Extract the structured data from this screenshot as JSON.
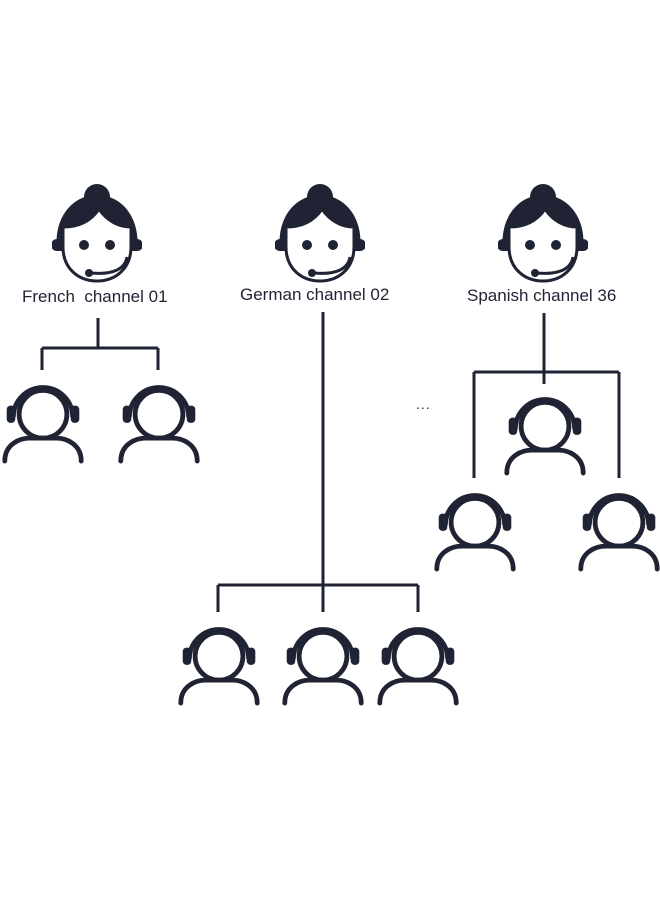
{
  "colors": {
    "ink": "#1f2333",
    "face": "#ffffff"
  },
  "channels": [
    {
      "id": "french",
      "label": "French  channel 01",
      "operator_count": 2
    },
    {
      "id": "german",
      "label": "German channel 02",
      "operator_count": 3
    },
    {
      "id": "spanish",
      "label": "Spanish channel 36",
      "operator_count": 3
    }
  ],
  "ellipsis": "..."
}
